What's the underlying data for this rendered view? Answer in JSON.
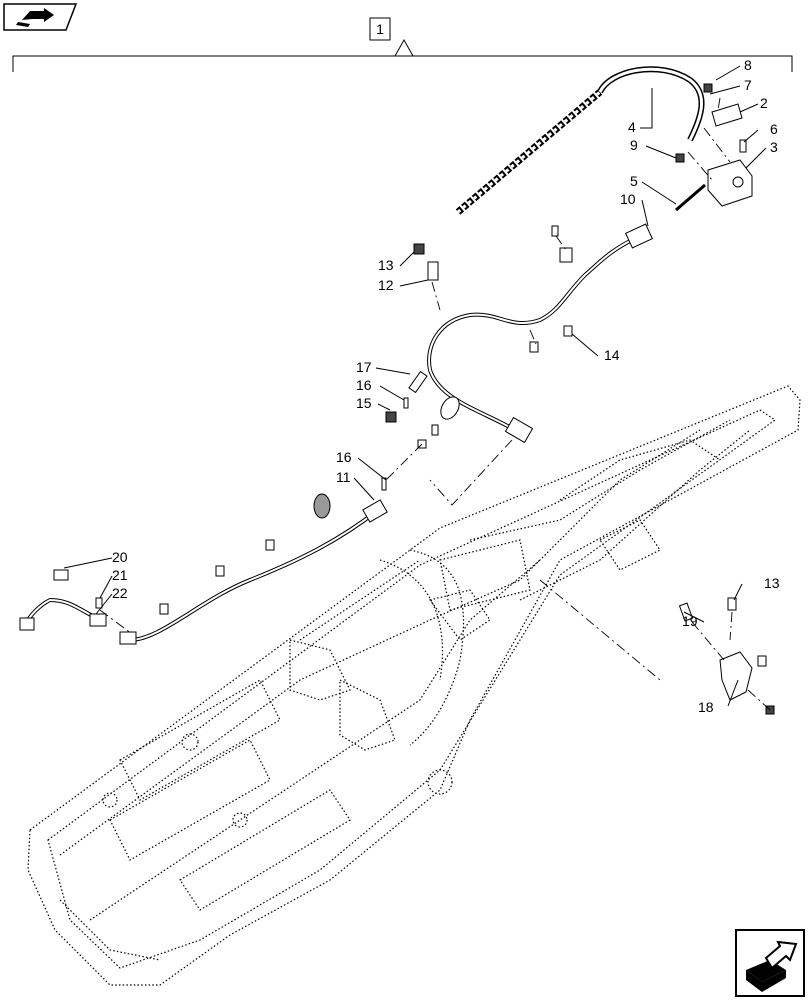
{
  "callouts": {
    "c1": "1",
    "c2": "2",
    "c3": "3",
    "c4": "4",
    "c5": "5",
    "c6": "6",
    "c7": "7",
    "c8": "8",
    "c9": "9",
    "c10": "10",
    "c11": "11",
    "c12": "12",
    "c13a": "13",
    "c13b": "13",
    "c14": "14",
    "c15": "15",
    "c16a": "16",
    "c16b": "16",
    "c17": "17",
    "c18": "18",
    "c19": "19",
    "c20": "20",
    "c21": "21",
    "c22": "22"
  },
  "icons": {
    "top_left": "assembly-view-icon",
    "bottom_right": "next-view-arrow-icon"
  }
}
